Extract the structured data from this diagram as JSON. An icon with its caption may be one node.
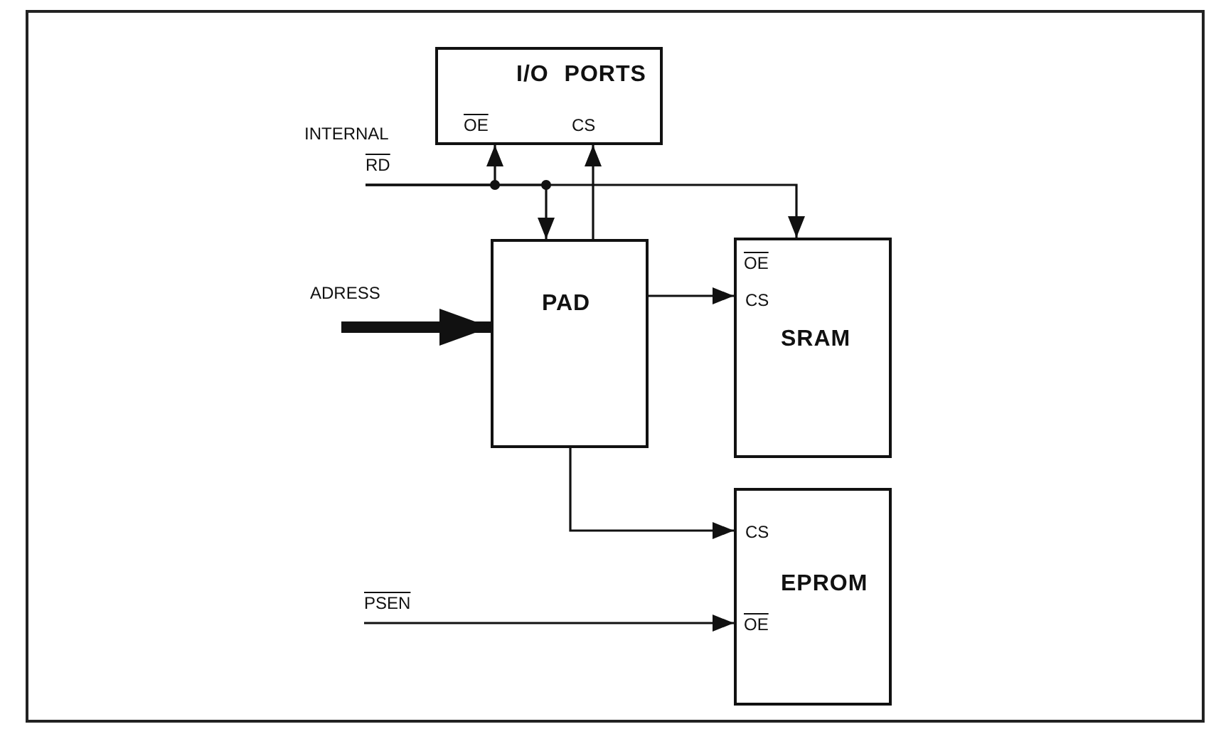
{
  "diagram": {
    "nodes": [
      {
        "text": [
          "I/O PORTS",
          "OE",
          "CS"
        ]
      },
      {
        "text": [
          "PAD"
        ]
      },
      {
        "text": [
          "OE",
          "CS",
          "SRAM"
        ]
      },
      {
        "text": [
          "CS",
          "EPROM",
          "OE"
        ]
      },
      {
        "text": [
          "INTERNAL",
          "RD"
        ]
      },
      {
        "text": [
          "ADRESS"
        ]
      },
      {
        "text": [
          "PSEN"
        ]
      }
    ],
    "edges": [
      {
        "from": 4,
        "to": 0,
        "arrow": "to"
      },
      {
        "from": 4,
        "to": 1,
        "arrow": "to"
      },
      {
        "from": 4,
        "to": 2,
        "arrow": "to"
      },
      {
        "from": 5,
        "to": 1,
        "arrow": "to",
        "style": "thick"
      },
      {
        "from": 1,
        "to": 0,
        "arrow": "to"
      },
      {
        "from": 1,
        "to": 2,
        "arrow": "to"
      },
      {
        "from": 1,
        "to": 3,
        "arrow": "to"
      },
      {
        "from": 6,
        "to": 3,
        "arrow": "to"
      }
    ]
  }
}
